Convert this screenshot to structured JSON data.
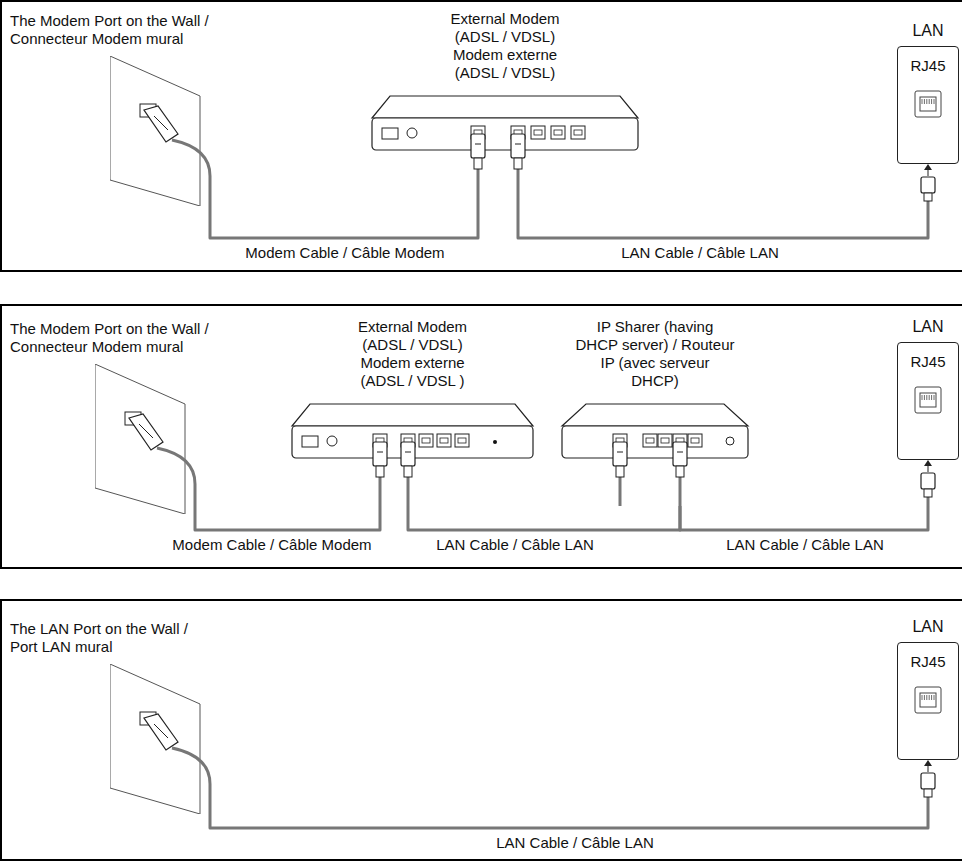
{
  "diagram": {
    "nodes": [
      {
        "text": [
          "The Modem Port on the Wall / Connecteur Modem mural"
        ]
      },
      {
        "text": [
          "External Modem (ADSL / VDSL) Modem externe (ADSL / VDSL)"
        ]
      },
      {
        "text": [
          "LAN",
          "RJ45"
        ]
      },
      {
        "text": [
          "The Modem Port on the Wall / Connecteur Modem mural"
        ]
      },
      {
        "text": [
          "External Modem (ADSL / VDSL) Modem externe (ADSL / VDSL )"
        ]
      },
      {
        "text": [
          "IP Sharer (having DHCP server) / Routeur IP (avec serveur DHCP)"
        ]
      },
      {
        "text": [
          "LAN",
          "RJ45"
        ]
      },
      {
        "text": [
          "The LAN Port on the Wall / Port LAN mural"
        ]
      },
      {
        "text": [
          "LAN",
          "RJ45"
        ]
      }
    ],
    "edges": [
      {
        "from": 0,
        "to": 1,
        "arrow": "none",
        "label": "Modem Cable / Câble Modem"
      },
      {
        "from": 1,
        "to": 2,
        "arrow": "none",
        "label": "LAN Cable / Câble LAN"
      },
      {
        "from": 3,
        "to": 4,
        "arrow": "none",
        "label": "Modem Cable / Câble Modem"
      },
      {
        "from": 4,
        "to": 5,
        "arrow": "none",
        "label": "LAN Cable / Câble LAN"
      },
      {
        "from": 5,
        "to": 6,
        "arrow": "none",
        "label": "LAN Cable / Câble LAN"
      },
      {
        "from": 7,
        "to": 8,
        "arrow": "none",
        "label": "LAN Cable / Câble LAN"
      }
    ]
  }
}
